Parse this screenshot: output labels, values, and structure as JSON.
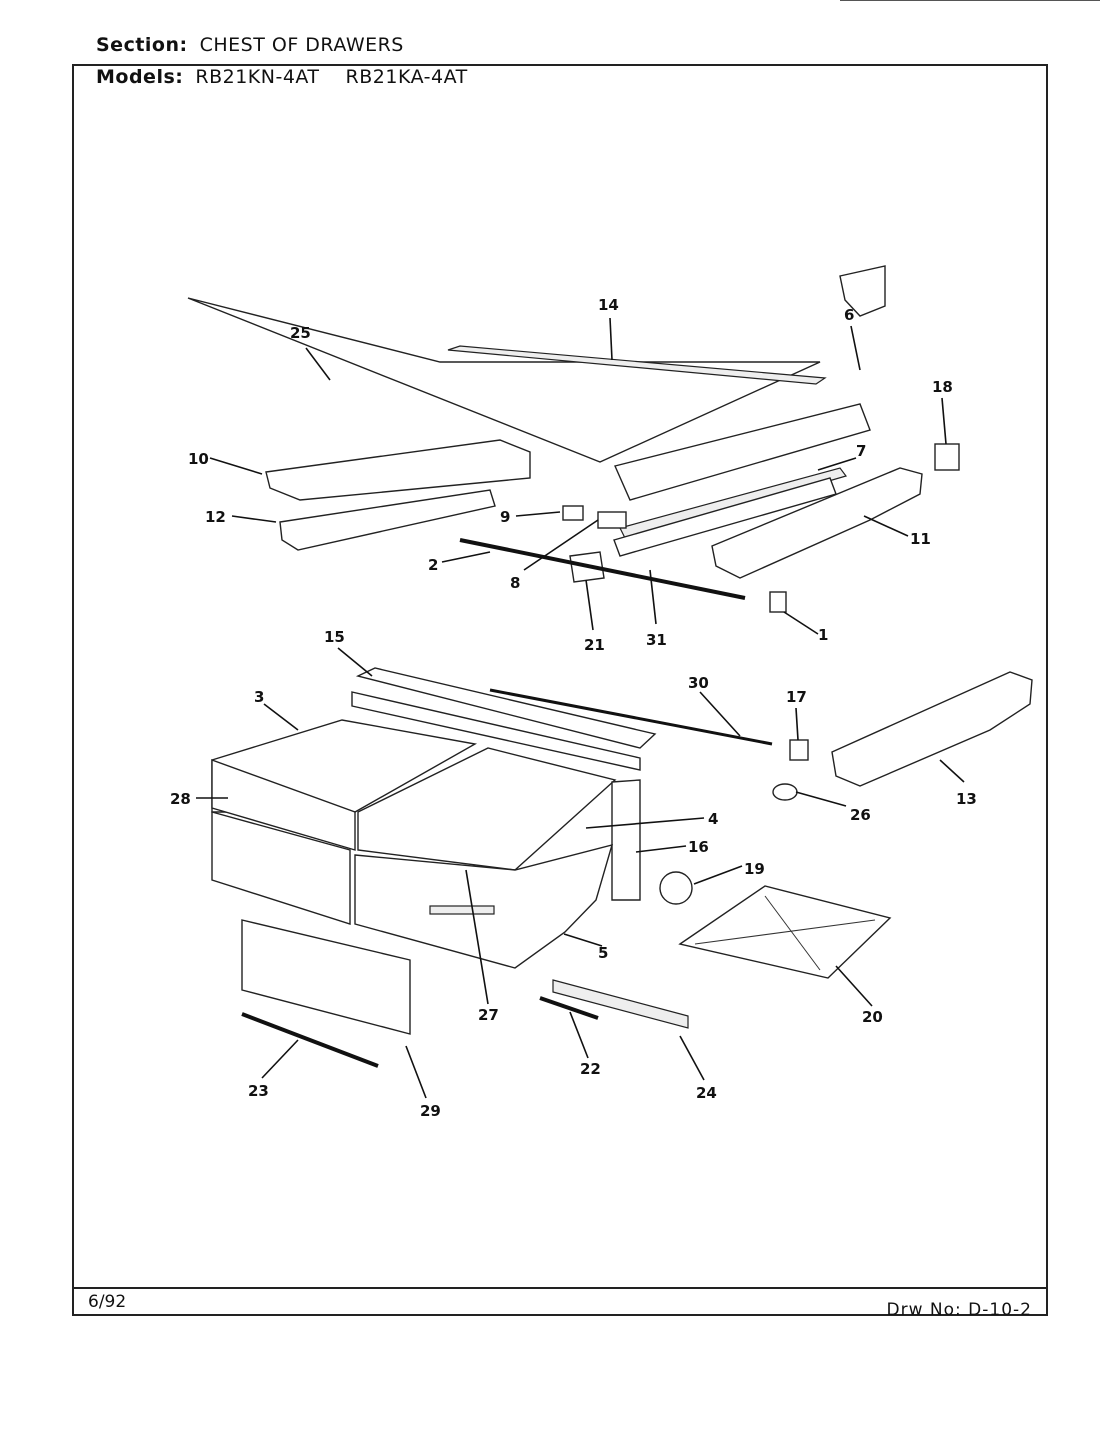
{
  "header": {
    "section_label": "Section:",
    "section_value": "CHEST OF DRAWERS",
    "models_label": "Models:",
    "models": [
      "RB21KN-4AT",
      "RB21KA-4AT"
    ]
  },
  "footer": {
    "date": "6/92",
    "drawing_number": "Drw No: D-10-2"
  },
  "callouts": [
    "1",
    "2",
    "3",
    "4",
    "5",
    "6",
    "7",
    "8",
    "9",
    "10",
    "11",
    "12",
    "13",
    "14",
    "15",
    "16",
    "17",
    "18",
    "19",
    "20",
    "21",
    "22",
    "23",
    "24",
    "25",
    "26",
    "27",
    "28",
    "29",
    "30",
    "31"
  ]
}
